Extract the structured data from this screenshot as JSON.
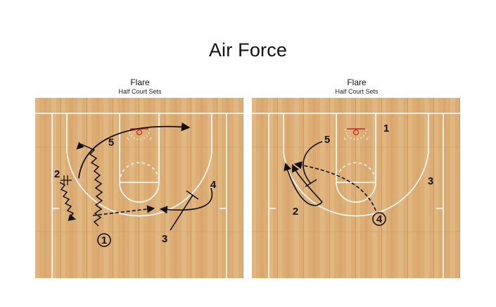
{
  "title": "Air Force",
  "panels": [
    {
      "title": "Flare",
      "subtitle": "Half Court Sets",
      "players": [
        {
          "label": "1",
          "circled": true
        },
        {
          "label": "2",
          "circled": false
        },
        {
          "label": "3",
          "circled": false
        },
        {
          "label": "4",
          "circled": false
        },
        {
          "label": "5",
          "circled": false
        }
      ]
    },
    {
      "title": "Flare",
      "subtitle": "Half Court Sets",
      "players": [
        {
          "label": "1",
          "circled": false
        },
        {
          "label": "2",
          "circled": false
        },
        {
          "label": "3",
          "circled": false
        },
        {
          "label": "4",
          "circled": true
        },
        {
          "label": "5",
          "circled": false
        }
      ]
    }
  ],
  "colors": {
    "floor": "#dcae76",
    "plank_light": "#e6bd88",
    "plank_dark": "#cd9d64",
    "court_lines": "#ffffff",
    "basket": "#d42020",
    "ink": "#111111"
  }
}
